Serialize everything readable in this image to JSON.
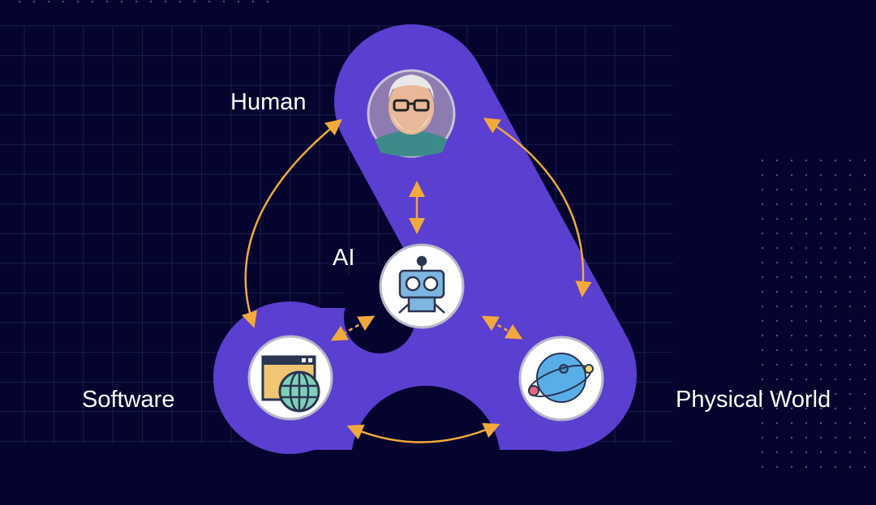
{
  "nodes": {
    "human": {
      "label": "Human",
      "icon": "old-man-avatar-icon"
    },
    "ai": {
      "label": "AI",
      "icon": "robot-icon"
    },
    "software": {
      "label": "Software",
      "icon": "browser-globe-icon"
    },
    "physical": {
      "label": "Physical World",
      "icon": "planet-icon"
    }
  },
  "colors": {
    "background": "#04042e",
    "grid": "#1e1e50",
    "shape": "#5a3fd0",
    "arrow": "#f2a93b",
    "node_fill": "#ffffff",
    "node_border": "#b8b8c8"
  }
}
